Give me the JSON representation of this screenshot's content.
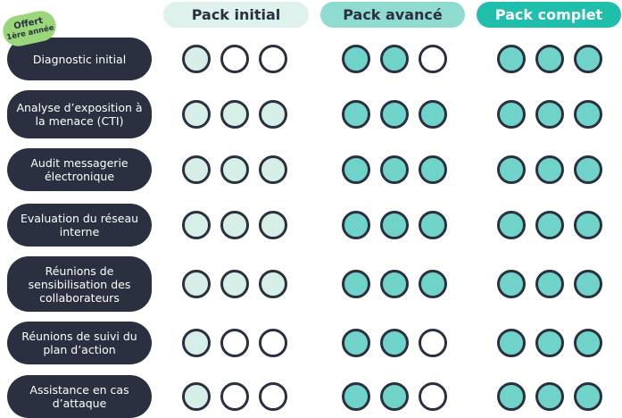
{
  "headers": {
    "initial": "Pack initial",
    "avance": "Pack avancé",
    "complet": "Pack complet"
  },
  "badge": {
    "line1": "Offert",
    "line2": "1ère année"
  },
  "colors": {
    "dark": "#2b3040",
    "initial_header": "#ddf2ec",
    "avance_header": "#8fdbd0",
    "complet_header": "#1fbfac",
    "filled_light": "#d6efe6",
    "filled_teal": "#6fd3c9",
    "empty": "#ffffff",
    "badge": "#9bd67a"
  },
  "rows": [
    {
      "label": "Diagnostic initial",
      "levels": {
        "initial": 1,
        "avance": 2,
        "complet": 3
      }
    },
    {
      "label": "Analyse d’exposition à la menace (CTI)",
      "levels": {
        "initial": 3,
        "avance": 3,
        "complet": 3
      }
    },
    {
      "label": "Audit messagerie électronique",
      "levels": {
        "initial": 3,
        "avance": 3,
        "complet": 3
      }
    },
    {
      "label": "Evaluation du réseau interne",
      "levels": {
        "initial": 3,
        "avance": 3,
        "complet": 3
      }
    },
    {
      "label": "Réunions de sensibilisation des collaborateurs",
      "levels": {
        "initial": 3,
        "avance": 3,
        "complet": 3
      }
    },
    {
      "label": "Réunions de suivi du plan d’action",
      "levels": {
        "initial": 1,
        "avance": 2,
        "complet": 3
      }
    },
    {
      "label": "Assistance en cas d’attaque",
      "levels": {
        "initial": 1,
        "avance": 2,
        "complet": 3
      }
    }
  ]
}
